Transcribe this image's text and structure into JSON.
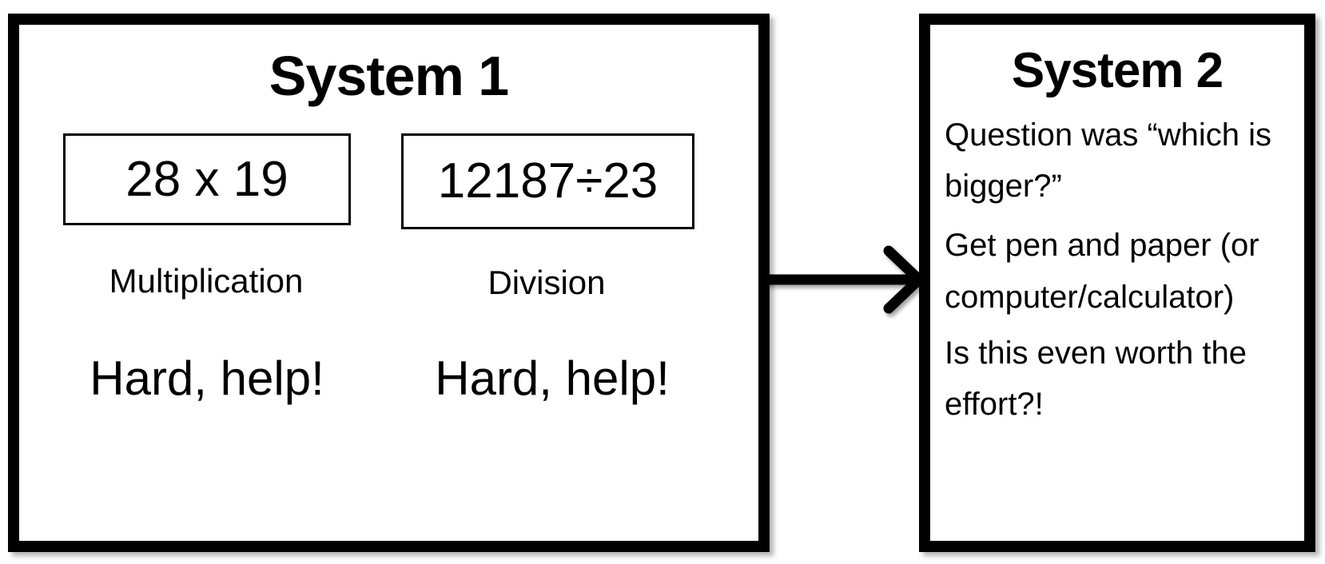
{
  "diagram": {
    "title_system1": "System 1",
    "title_system2": "System 2",
    "arrow_icon": "right-arrow-icon"
  },
  "system1": {
    "title": "System 1",
    "columns": [
      {
        "expression": "28 x 19",
        "operation_label": "Multiplication",
        "note": "Hard, help!"
      },
      {
        "expression": "12187÷23",
        "operation_label": "Division",
        "note": "Hard, help!"
      }
    ]
  },
  "system2": {
    "title": "System 2",
    "paragraphs": [
      "Question was “which is bigger?”",
      "Get pen and paper (or computer/calculator)",
      "Is this even worth the effort?!"
    ]
  },
  "colors": {
    "border": "#000000",
    "background": "#ffffff",
    "text": "#000000"
  }
}
